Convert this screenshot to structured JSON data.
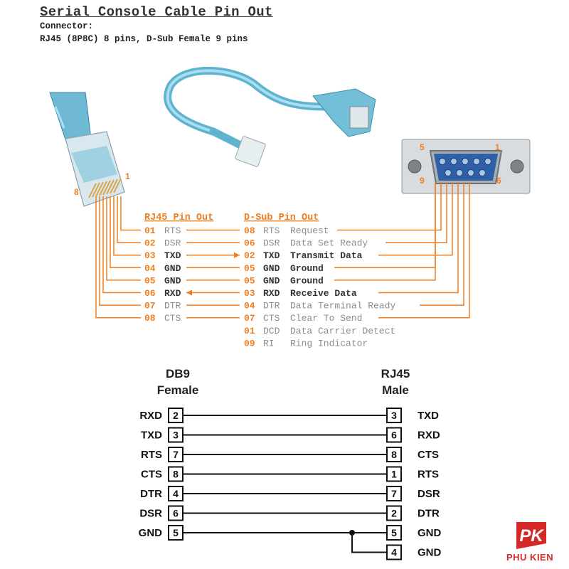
{
  "header": {
    "title": "Serial Console Cable Pin Out",
    "connector_label": "Connector:",
    "connector_value": "RJ45 (8P8C) 8 pins, D-Sub Female 9 pins"
  },
  "rj45_pin_labels": {
    "pin1": "1",
    "pin8": "8"
  },
  "dsub_pin_labels": {
    "pin5": "5",
    "pin1": "1",
    "pin9": "9",
    "pin6": "6"
  },
  "pinout_table": {
    "rj45_header": "RJ45 Pin Out",
    "dsub_header": "D-Sub Pin Out",
    "rows": [
      {
        "rj_num": "01",
        "rj_sig": "RTS",
        "ds_num": "08",
        "ds_sig": "RTS",
        "desc": "Request",
        "bold": false
      },
      {
        "rj_num": "02",
        "rj_sig": "DSR",
        "ds_num": "06",
        "ds_sig": "DSR",
        "desc": "Data Set Ready",
        "bold": false
      },
      {
        "rj_num": "03",
        "rj_sig": "TXD",
        "ds_num": "02",
        "ds_sig": "TXD",
        "desc": "Transmit Data",
        "bold": true
      },
      {
        "rj_num": "04",
        "rj_sig": "GND",
        "ds_num": "05",
        "ds_sig": "GND",
        "desc": "Ground",
        "bold": true
      },
      {
        "rj_num": "05",
        "rj_sig": "GND",
        "ds_num": "05",
        "ds_sig": "GND",
        "desc": "Ground",
        "bold": true
      },
      {
        "rj_num": "06",
        "rj_sig": "RXD",
        "ds_num": "03",
        "ds_sig": "RXD",
        "desc": "Receive  Data",
        "bold": true
      },
      {
        "rj_num": "07",
        "rj_sig": "DTR",
        "ds_num": "04",
        "ds_sig": "DTR",
        "desc": "Data Terminal Ready",
        "bold": false
      },
      {
        "rj_num": "08",
        "rj_sig": "CTS",
        "ds_num": "07",
        "ds_sig": "CTS",
        "desc": "Clear To Send",
        "bold": false
      }
    ],
    "extra_rows": [
      {
        "ds_num": "01",
        "ds_sig": "DCD",
        "desc": "Data Carrier Detect"
      },
      {
        "ds_num": "09",
        "ds_sig": "RI",
        "desc": "Ring Indicator"
      }
    ]
  },
  "wiring": {
    "db9_title_line1": "DB9",
    "db9_title_line2": "Female",
    "rj45_title_line1": "RJ45",
    "rj45_title_line2": "Male",
    "rows": [
      {
        "left_sig": "RXD",
        "left_pin": "2",
        "right_pin": "3",
        "right_sig": "TXD"
      },
      {
        "left_sig": "TXD",
        "left_pin": "3",
        "right_pin": "6",
        "right_sig": "RXD"
      },
      {
        "left_sig": "RTS",
        "left_pin": "7",
        "right_pin": "8",
        "right_sig": "CTS"
      },
      {
        "left_sig": "CTS",
        "left_pin": "8",
        "right_pin": "1",
        "right_sig": "RTS"
      },
      {
        "left_sig": "DTR",
        "left_pin": "4",
        "right_pin": "7",
        "right_sig": "DSR"
      },
      {
        "left_sig": "DSR",
        "left_pin": "6",
        "right_pin": "2",
        "right_sig": "DTR"
      },
      {
        "left_sig": "GND",
        "left_pin": "5",
        "right_pin": "5",
        "right_sig": "GND"
      }
    ],
    "extra_right": {
      "right_pin": "4",
      "right_sig": "GND"
    }
  },
  "logo": {
    "mark": "PK",
    "text": "PHU KIEN"
  },
  "colors": {
    "orange": "#f07e1f",
    "gray_text": "#8c8c8c",
    "dark_text": "#333333",
    "cable_blue": "#7ec8dc",
    "logo_red": "#d42a27"
  }
}
